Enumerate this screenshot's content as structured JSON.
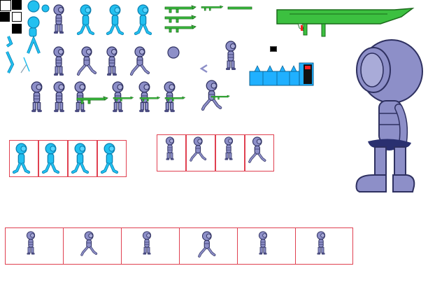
{
  "sheet": {
    "background": "#ffffff",
    "colors": {
      "purple_body": "#8d8fc8",
      "purple_dark": "#4a4c80",
      "purple_outline": "#2e3060",
      "cyan_body": "#22c0f0",
      "cyan_outline": "#0a7fb0",
      "gun_green": "#3cc040",
      "gun_dark": "#1a6a1a",
      "block_blue": "#20b0ff",
      "frame_red": "#e04050",
      "belt_navy": "#2a3070",
      "hazard_red": "#ff2020"
    },
    "swatches": [
      "white-square",
      "black-square",
      "white-square",
      "black-square"
    ],
    "frame_strips": [
      {
        "name": "cyan-walk-strip",
        "frames": 4,
        "character": "cyan"
      },
      {
        "name": "purple-run-strip",
        "frames": 4,
        "character": "purple"
      },
      {
        "name": "purple-walk-strip-large",
        "frames": 6,
        "character": "purple"
      }
    ],
    "icons": [
      "head-ball",
      "rifle",
      "spike-block",
      "red-switch",
      "arrow-chevron",
      "small-marker"
    ]
  }
}
